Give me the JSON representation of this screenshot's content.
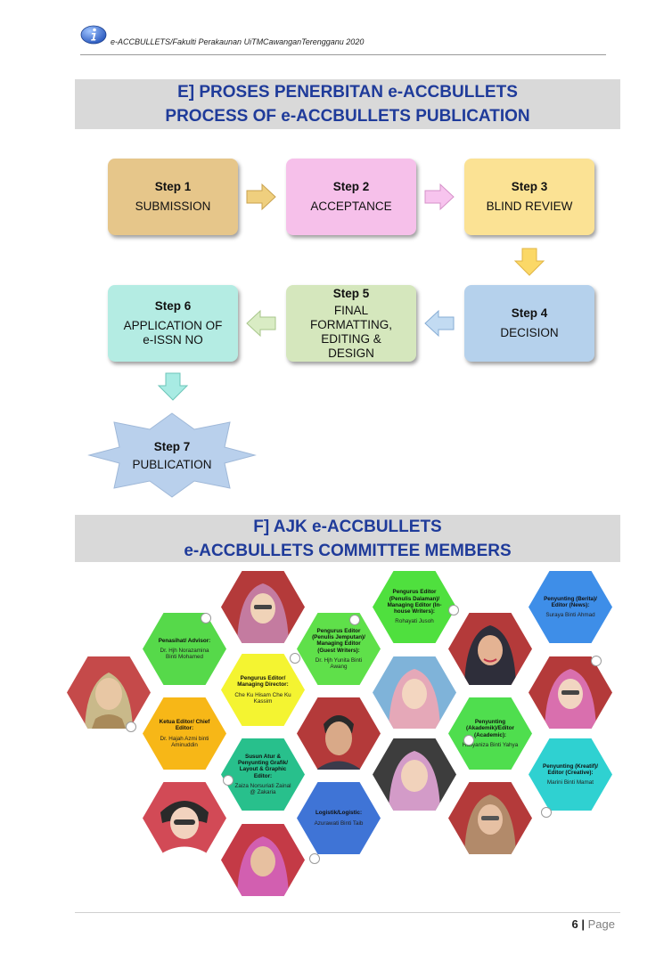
{
  "header": {
    "text": "e-ACCBULLETS/Fakulti Perakaunan UiTMCawanganTerengganu 2020",
    "icon": "info-icon"
  },
  "sectionE": {
    "line1": "E] PROSES PENERBITAN e-ACCBULLETS",
    "line2": "PROCESS OF e-ACCBULLETS PUBLICATION"
  },
  "steps": [
    {
      "step": "Step 1",
      "label": "SUBMISSION"
    },
    {
      "step": "Step 2",
      "label": "ACCEPTANCE"
    },
    {
      "step": "Step 3",
      "label": "BLIND REVIEW"
    },
    {
      "step": "Step 4",
      "label": "DECISION"
    },
    {
      "step": "Step 5",
      "label1": "FINAL",
      "label2": "FORMATTING,",
      "label3": "EDITING &",
      "label4": "DESIGN"
    },
    {
      "step": "Step 6",
      "label1": "APPLICATION OF",
      "label2": "e-ISSN NO"
    },
    {
      "step": "Step 7",
      "label": "PUBLICATION"
    }
  ],
  "sectionF": {
    "line1": "F] AJK e-ACCBULLETS",
    "line2": "e-ACCBULLETS COMMITTEE MEMBERS"
  },
  "committee": [
    {
      "role": "Penasihat/ Advisor:",
      "name": "Dr. Hjh Norazamina Binti Mohamed"
    },
    {
      "role": "Ketua Editor/ Chief Editor:",
      "name": "Dr. Hajah Azmi binti Aminuddin"
    },
    {
      "role": "Pengurus Editor/ Managing Director:",
      "name": "Che Ku Hisam Che Ku Kassim"
    },
    {
      "role": "Susun Atur & Penyunting Grafik/ Layout & Graphic Editor:",
      "name": "Zaiza Norsuriati Zainal @ Zakaria"
    },
    {
      "role": "Pengurus Editor (Penulis Jemputan)/ Managing Editor (Guest Writers):",
      "name": "Dr. Hjh Yunita Binti Awang"
    },
    {
      "role": "Logistik/Logistic:",
      "name": "Azurawati Binti Taib"
    },
    {
      "role": "Pengurus Editor (Penulis Dalaman)/ Managing Editor (In-house Writers):",
      "name": "Rohayati Jusoh"
    },
    {
      "role": "Penyunting (Akademik)/Editor (Academic):",
      "name": "Hasyaniza Binti Yahya"
    },
    {
      "role": "Penyunting (Berita)/ Editor (News):",
      "name": "Suraya Binti Ahmad"
    },
    {
      "role": "Penyunting (Kreatif)/ Editor (Creative):",
      "name": "Marini Binti Mamat"
    }
  ],
  "footer": {
    "page": "6",
    "sep": "|",
    "label": "Page"
  }
}
